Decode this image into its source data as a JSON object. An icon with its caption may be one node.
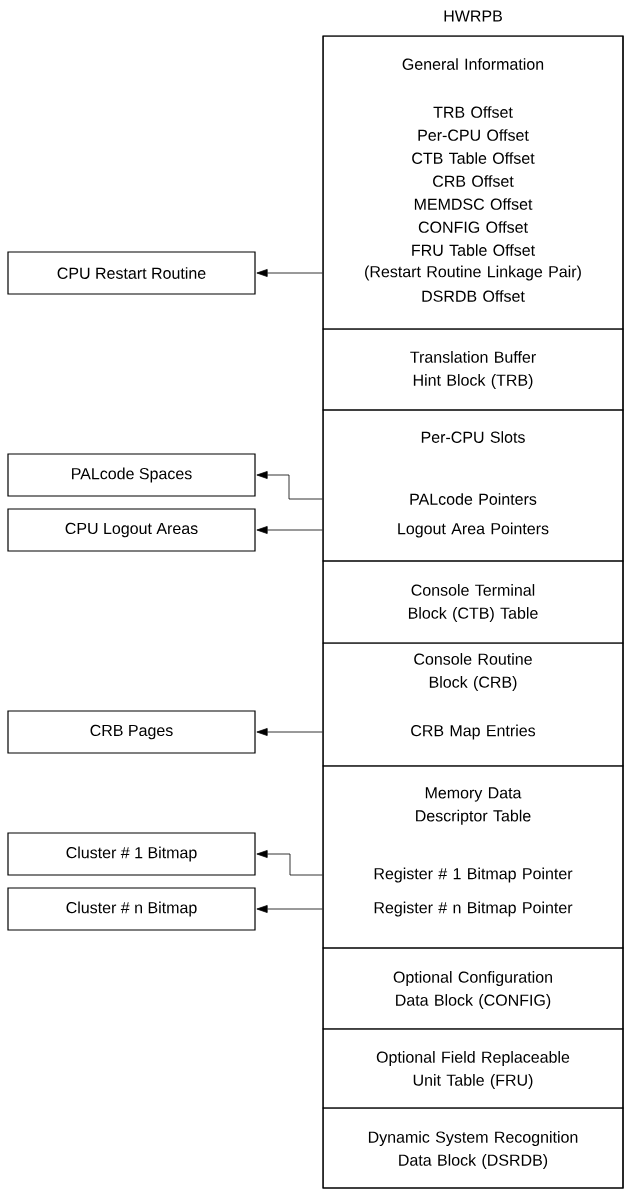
{
  "diagram": {
    "nodes": [
      {
        "text": [
          "HWRPB"
        ]
      },
      {
        "text": [
          "General Information",
          "TRB Offset",
          "Per-CPU Offset",
          "CTB Table Offset",
          "CRB Offset",
          "MEMDSC Offset",
          "CONFIG Offset",
          "FRU Table Offset",
          "(Restart Routine Linkage Pair)",
          "DSRDB Offset"
        ],
        "in": 0
      },
      {
        "text": [
          "Translation Buffer Hint Block (TRB)"
        ],
        "in": 0
      },
      {
        "text": [
          "Per-CPU Slots",
          "PALcode Pointers",
          "Logout Area Pointers"
        ],
        "in": 0
      },
      {
        "text": [
          "Console Terminal Block (CTB) Table"
        ],
        "in": 0
      },
      {
        "text": [
          "Console Routine Block (CRB)",
          "CRB Map Entries"
        ],
        "in": 0
      },
      {
        "text": [
          "Memory Data Descriptor Table",
          "Register # 1 Bitmap Pointer",
          "Register # n Bitmap Pointer"
        ],
        "in": 0
      },
      {
        "text": [
          "Optional Configuration Data Block (CONFIG)"
        ],
        "in": 0
      },
      {
        "text": [
          "Optional Field Replaceable Unit Table (FRU)"
        ],
        "in": 0
      },
      {
        "text": [
          "Dynamic System Recognition Data Block (DSRDB)"
        ],
        "in": 0
      },
      {
        "text": [
          "CPU Restart Routine"
        ]
      },
      {
        "text": [
          "PALcode Spaces"
        ]
      },
      {
        "text": [
          "CPU Logout Areas"
        ]
      },
      {
        "text": [
          "CRB Pages"
        ]
      },
      {
        "text": [
          "Cluster # 1 Bitmap"
        ]
      },
      {
        "text": [
          "Cluster # n Bitmap"
        ]
      }
    ],
    "edges": [
      {
        "from": 1,
        "to": 10,
        "arrow": "to"
      },
      {
        "from": 3,
        "to": 11,
        "arrow": "to"
      },
      {
        "from": 3,
        "to": 12,
        "arrow": "to"
      },
      {
        "from": 5,
        "to": 13,
        "arrow": "to"
      },
      {
        "from": 6,
        "to": 14,
        "arrow": "to"
      },
      {
        "from": 6,
        "to": 15,
        "arrow": "to"
      }
    ]
  }
}
